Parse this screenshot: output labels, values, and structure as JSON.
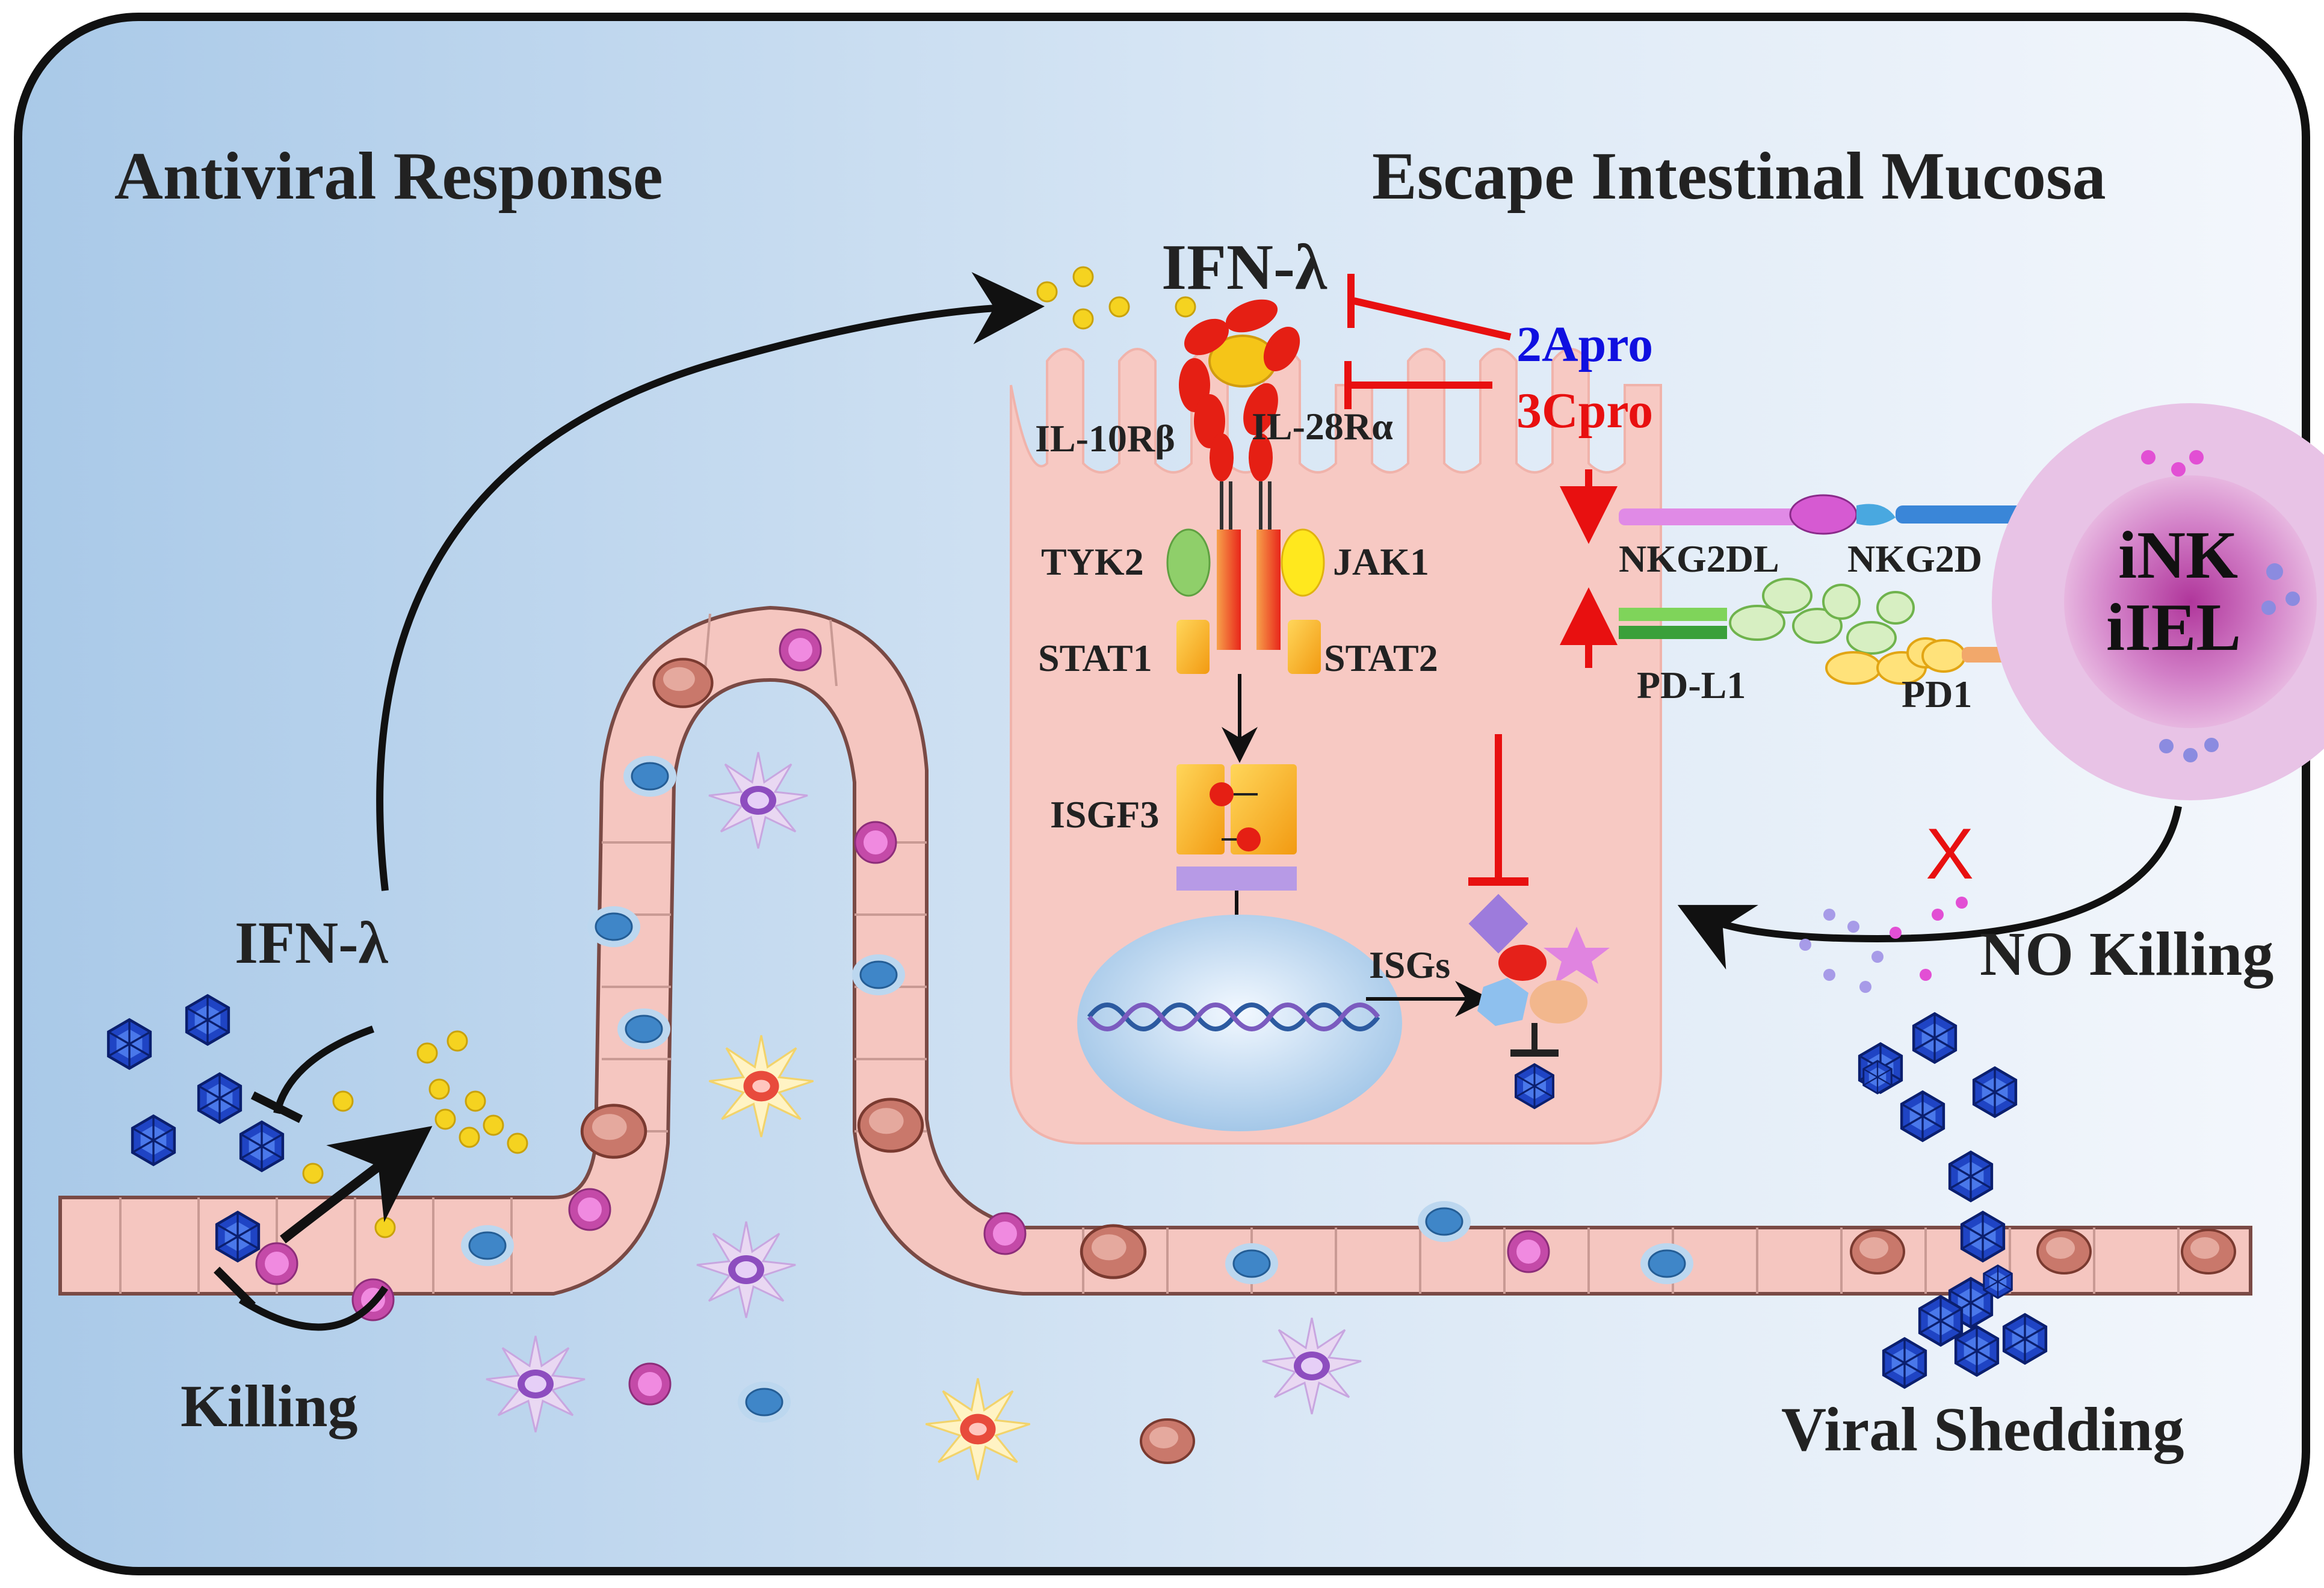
{
  "titles": {
    "left": "Antiviral Response",
    "right": "Escape Intestinal Mucosa"
  },
  "ligand": {
    "top": "IFN-λ",
    "left": "IFN-λ"
  },
  "viral_proteases": [
    {
      "label": "2Apro",
      "color": "#1010e0"
    },
    {
      "label": "3Cpro",
      "color": "#e81010"
    }
  ],
  "receptors": {
    "beta": "IL-10Rβ",
    "alpha": "IL-28Rα"
  },
  "kinases": {
    "left": "TYK2",
    "right": "JAK1"
  },
  "stats": {
    "left": "STAT1",
    "right": "STAT2"
  },
  "complex": "ISGF3",
  "product": "ISGs",
  "ligand_receptor_pairs": [
    {
      "ligand": "NKG2DL",
      "receptor": "NKG2D"
    },
    {
      "ligand": "PD-L1",
      "receptor": "PD1"
    }
  ],
  "immune_cell": {
    "line1": "iNK",
    "line2": "iIEL"
  },
  "mark_x": "X",
  "outcomes": {
    "no_killing": "NO Killing",
    "killing": "Killing",
    "viral_shedding": "Viral Shedding"
  },
  "colors": {
    "inhibition": "#e81010",
    "arrow": "#111111",
    "cell_fill": "#f7c9c3",
    "panel_left": "#b9d4ec",
    "panel_right": "#eef3fa",
    "virus": "#1f44c4"
  }
}
